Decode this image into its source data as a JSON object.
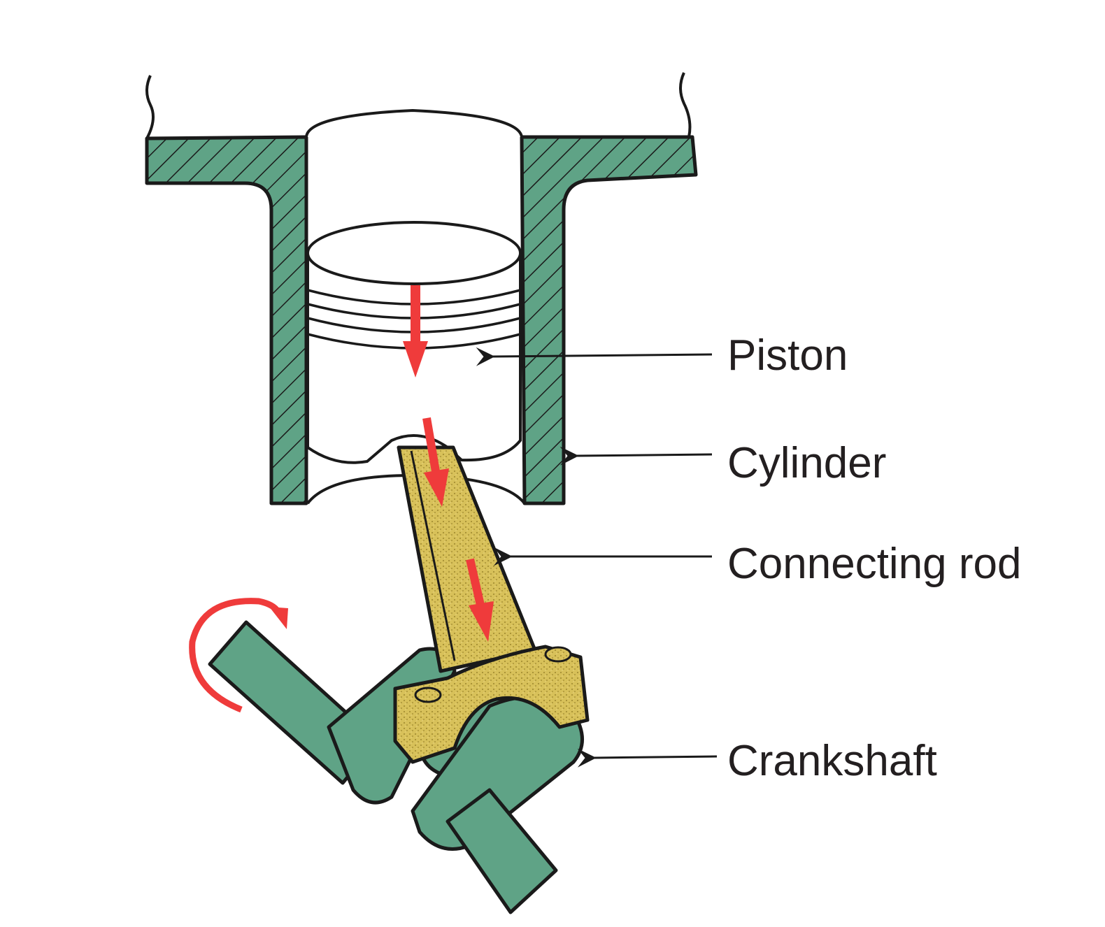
{
  "labels": {
    "piston": "Piston",
    "cylinder": "Cylinder",
    "connecting_rod": "Connecting rod",
    "crankshaft": "Crankshaft"
  },
  "colors": {
    "cylinder_wall": "#5fa386",
    "crankshaft": "#5fa386",
    "connecting_rod": "#d8c15a",
    "motion_arrows": "#ef3b3b",
    "outline": "#1a1a1a"
  }
}
